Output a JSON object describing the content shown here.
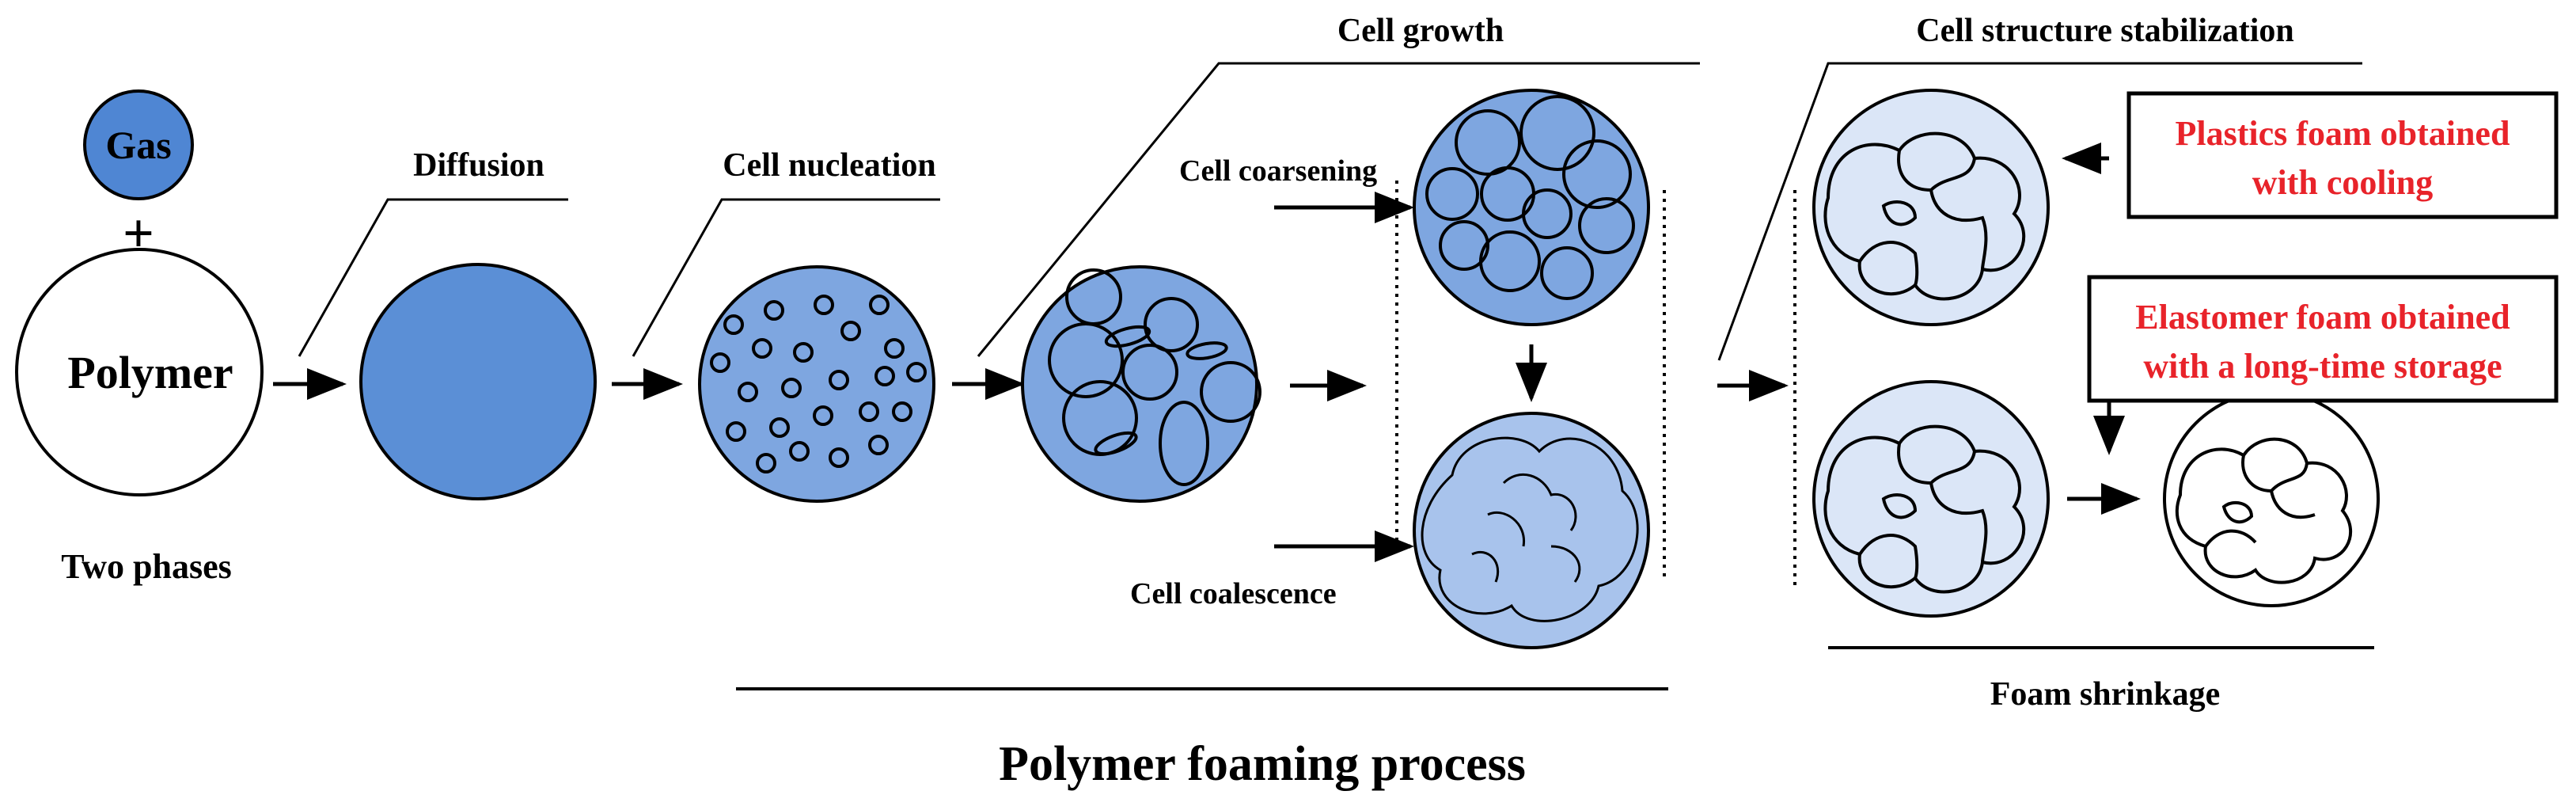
{
  "labels": {
    "gas": "Gas",
    "plus": "+",
    "polymer": "Polymer",
    "two_phases": "Two phases",
    "diffusion": "Diffusion",
    "cell_nucleation": "Cell nucleation",
    "cell_growth": "Cell growth",
    "cell_coarsening": "Cell coarsening",
    "cell_coalescence": "Cell  coalescence",
    "cell_structure_stabilization": "Cell structure stabilization",
    "foam_shrinkage": "Foam shrinkage",
    "process_title": "Polymer foaming process"
  },
  "boxes": {
    "plastics_line1": "Plastics foam obtained",
    "plastics_line2": "with cooling",
    "elastomer_line1": "Elastomer foam obtained",
    "elastomer_line2": "with a long-time storage"
  },
  "colors": {
    "gas_fill": "#4f86d3",
    "polymer_dark": "#5b8fd6",
    "polymer_mid": "#7ea6e0",
    "polymer_light": "#a8c3ec",
    "foam_pale": "#dbe6f7",
    "box_text": "#e8232a"
  }
}
